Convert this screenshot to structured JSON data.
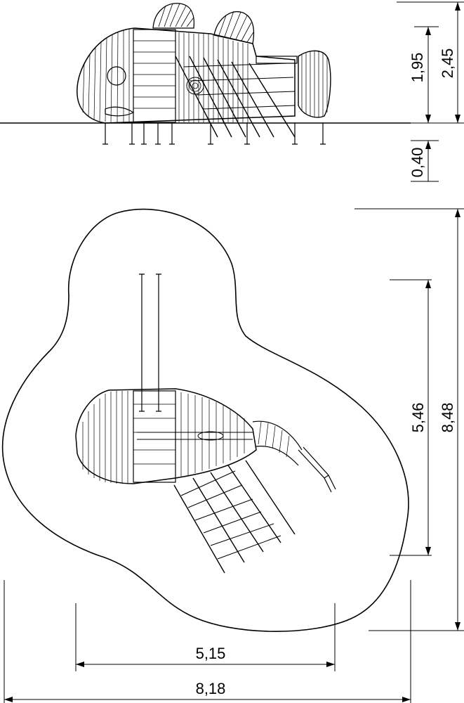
{
  "elevation_view": {
    "dimensions": {
      "total_height": "2,45",
      "platform_height": "1,95",
      "foundation_depth": "0,40"
    }
  },
  "plan_view": {
    "dimensions": {
      "safety_zone_depth": "8,48",
      "equipment_depth": "5,46",
      "equipment_width": "5,15",
      "safety_zone_width": "8,18"
    }
  }
}
